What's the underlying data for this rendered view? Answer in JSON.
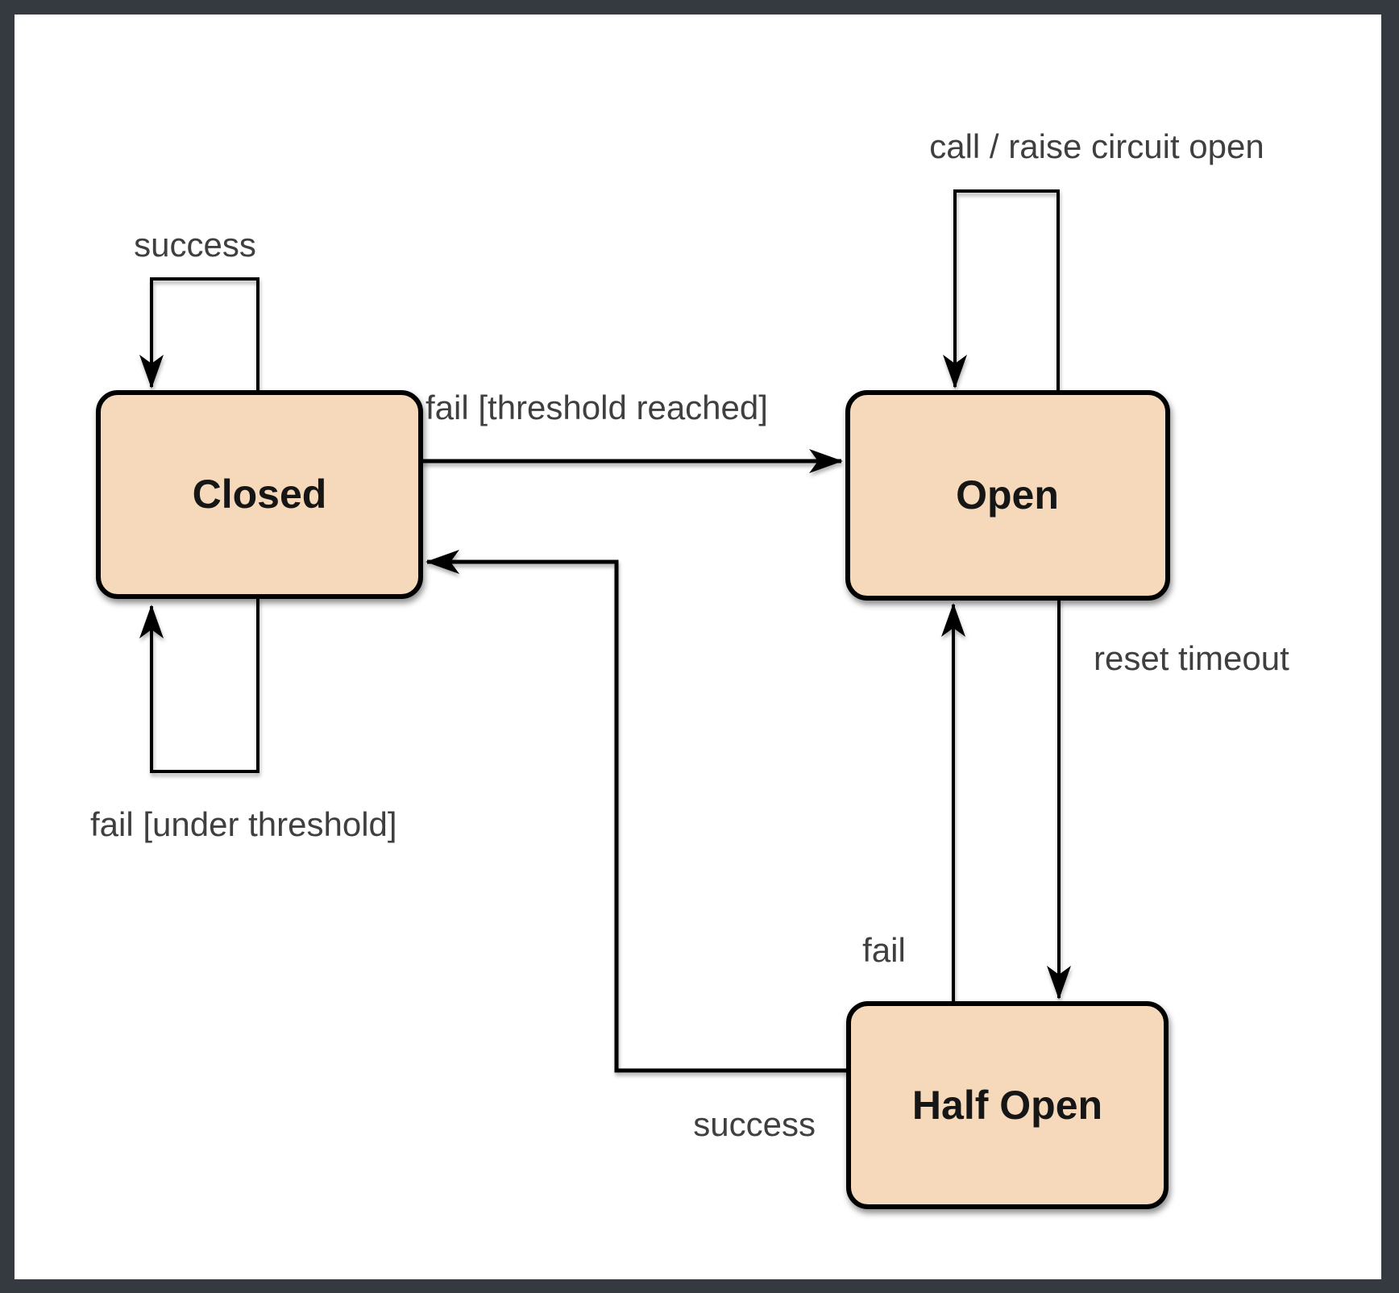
{
  "diagram": {
    "type": "state-diagram",
    "subject": "circuit breaker states",
    "states": [
      {
        "id": "closed",
        "label": "Closed"
      },
      {
        "id": "open",
        "label": "Open"
      },
      {
        "id": "half_open",
        "label": "Half Open"
      }
    ],
    "transitions": [
      {
        "from": "closed",
        "to": "closed",
        "label": "success"
      },
      {
        "from": "closed",
        "to": "open",
        "label": "fail [threshold reached]"
      },
      {
        "from": "open",
        "to": "open",
        "label": "call / raise circuit open"
      },
      {
        "from": "open",
        "to": "half_open",
        "label": "reset timeout"
      },
      {
        "from": "half_open",
        "to": "open",
        "label": "fail"
      },
      {
        "from": "half_open",
        "to": "closed",
        "label": "success"
      },
      {
        "from": "closed",
        "to": "closed",
        "label": "fail [under threshold]"
      }
    ],
    "colors": {
      "state_fill": "#f6d9ba",
      "state_border": "#000000",
      "edge_stroke": "#000000",
      "edge_label_text": "#3f3f3f",
      "state_label_text": "#141414",
      "canvas_background": "#ffffff",
      "frame_background": "#353a41"
    }
  }
}
